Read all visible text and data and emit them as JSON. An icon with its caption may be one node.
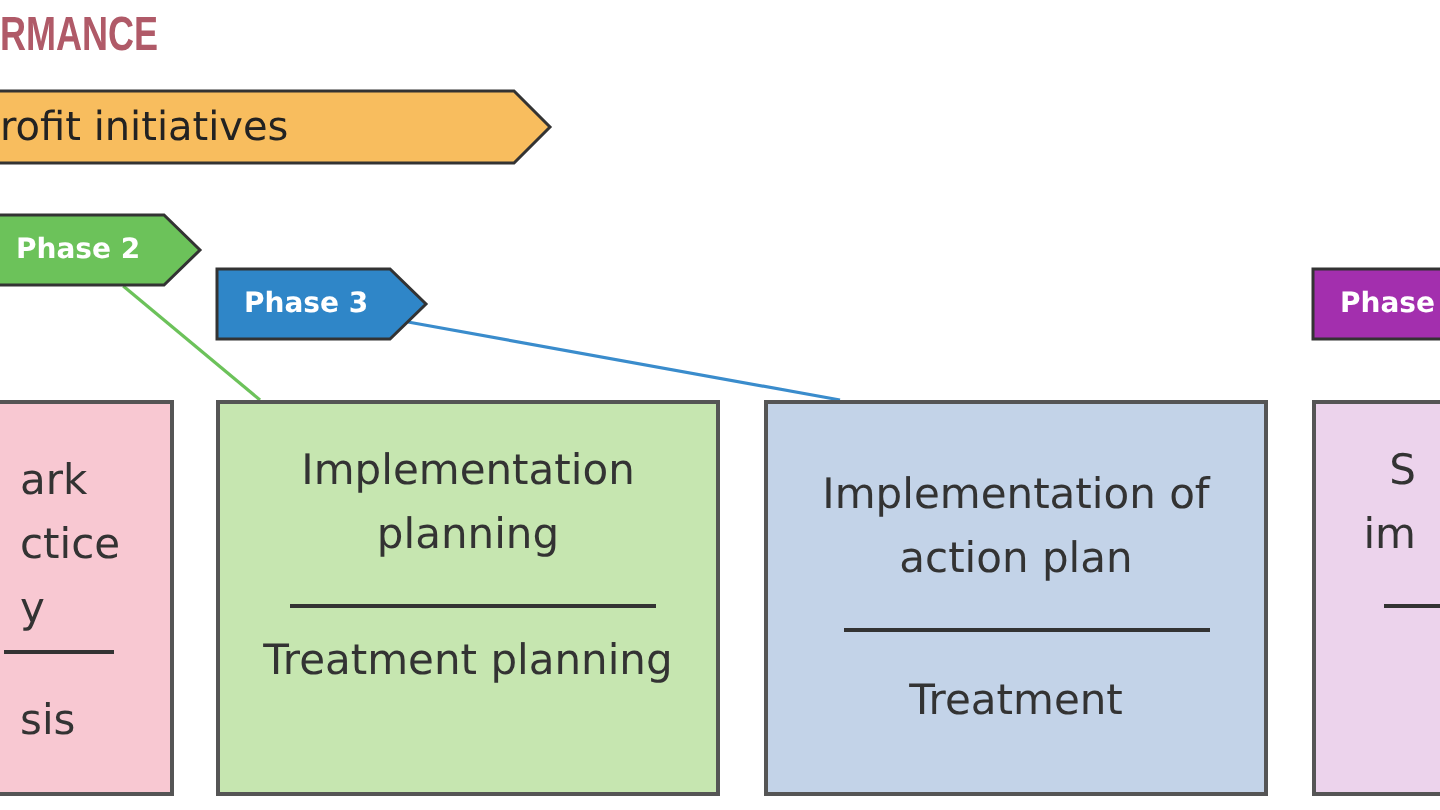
{
  "diagram": {
    "title": "RMANCE",
    "nodes": [
      {
        "text": [
          "rofit initiatives"
        ]
      },
      {
        "text": [
          "Phase 2"
        ]
      },
      {
        "text": [
          "Phase 3"
        ]
      },
      {
        "text": [
          "Phase"
        ]
      },
      {
        "text": [
          "ark ctice y",
          "sis"
        ]
      },
      {
        "text": [
          "Implementation planning",
          "Treatment planning"
        ]
      },
      {
        "text": [
          "Implementation of action plan",
          "Treatment"
        ]
      },
      {
        "text": [
          "S im"
        ]
      }
    ],
    "edges": [
      {
        "from": 1,
        "to": 5,
        "arrow": "none",
        "color": "#6cc25a"
      },
      {
        "from": 2,
        "to": 6,
        "arrow": "none",
        "color": "#3a8ccc"
      }
    ]
  }
}
